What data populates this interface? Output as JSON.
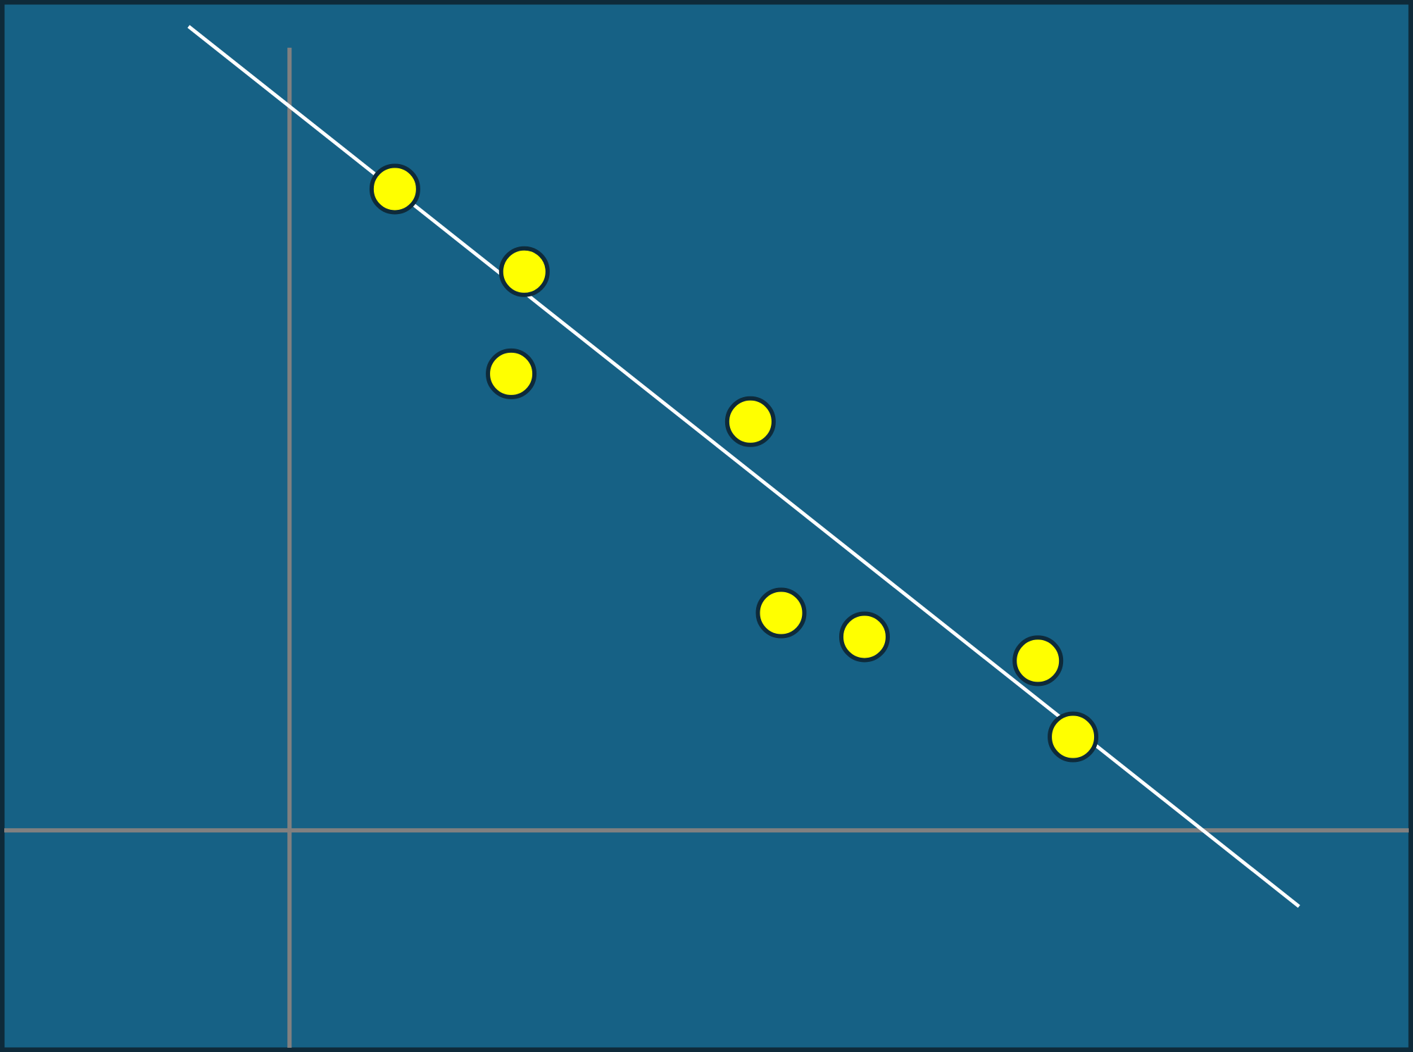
{
  "chart_data": {
    "type": "scatter",
    "title": "",
    "xlabel": "",
    "ylabel": "",
    "grid": false,
    "legend": "none",
    "xlim": [
      -1.3,
      5.1
    ],
    "ylim": [
      -1.0,
      3.8
    ],
    "axes_at_zero": true,
    "points": [
      {
        "x": 0.48,
        "y": 2.95
      },
      {
        "x": 1.07,
        "y": 2.57
      },
      {
        "x": 1.01,
        "y": 2.1
      },
      {
        "x": 2.1,
        "y": 1.88
      },
      {
        "x": 2.24,
        "y": 1.0
      },
      {
        "x": 2.62,
        "y": 0.89
      },
      {
        "x": 3.41,
        "y": 0.78
      },
      {
        "x": 3.57,
        "y": 0.43
      }
    ],
    "fit_line": {
      "slope": -0.8,
      "intercept": 3.33,
      "x_range": [
        -0.46,
        4.6
      ]
    }
  },
  "colors": {
    "background": "#166185",
    "frame": "#0e2a3a",
    "axis": "#808080",
    "fit_line": "#ffffff",
    "point_fill": "#ffff00",
    "point_stroke": "#0e2a3a"
  }
}
